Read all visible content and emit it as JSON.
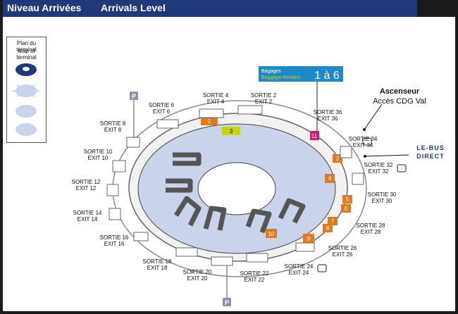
{
  "header": {
    "title_fr": "Niveau Arrivées",
    "title_en": "Arrivals Level"
  },
  "legend": {
    "title_fr": "Plan du terminal",
    "title_en": "Map of terminal"
  },
  "baggage": {
    "label_fr": "Bagages",
    "label_en": "Baggage Reclaim",
    "range": "1 à 6"
  },
  "ascenseur": {
    "title": "Ascenseur",
    "subtitle": "Accès CDG Val"
  },
  "lebus": {
    "line1": "LE-BUS",
    "line2": "DIRECT"
  },
  "parking_label": "P",
  "exits": [
    {
      "fr": "SORTIE 2",
      "en": "EXIT 2"
    },
    {
      "fr": "SORTIE 4",
      "en": "EXIT 4"
    },
    {
      "fr": "SORTIE 6",
      "en": "EXIT 6"
    },
    {
      "fr": "SORTIE 8",
      "en": "EXIT 8"
    },
    {
      "fr": "SORTIE 10",
      "en": "EXIT 10"
    },
    {
      "fr": "SORTIE 12",
      "en": "EXIT 12"
    },
    {
      "fr": "SORTIE 14",
      "en": "EXIT 14"
    },
    {
      "fr": "SORTIE 16",
      "en": "EXIT 16"
    },
    {
      "fr": "SORTIE 18",
      "en": "EXIT 18"
    },
    {
      "fr": "SORTIE 20",
      "en": "EXIT 20"
    },
    {
      "fr": "SORTIE 22",
      "en": "EXIT 22"
    },
    {
      "fr": "SORTIE 24",
      "en": "EXIT 24"
    },
    {
      "fr": "SORTIE 26",
      "en": "EXIT 26"
    },
    {
      "fr": "SORTIE 28",
      "en": "EXIT 28"
    },
    {
      "fr": "SORTIE 30",
      "en": "EXIT 30"
    },
    {
      "fr": "SORTIE 32",
      "en": "EXIT 32"
    },
    {
      "fr": "SORTIE 34",
      "en": "EXIT 34"
    },
    {
      "fr": "SORTIE 36",
      "en": "EXIT 36"
    }
  ],
  "numbered_blocks": [
    "1",
    "2",
    "3",
    "4",
    "5",
    "6",
    "7",
    "8",
    "9",
    "10",
    "11"
  ],
  "colors": {
    "header": "#1f3a7a",
    "orange": "#e07a1f",
    "yellow_green": "#c8d400",
    "magenta": "#cc1f6e",
    "inner_ring": "#c9d3ea",
    "baggage_banner": "#1e88c8"
  }
}
